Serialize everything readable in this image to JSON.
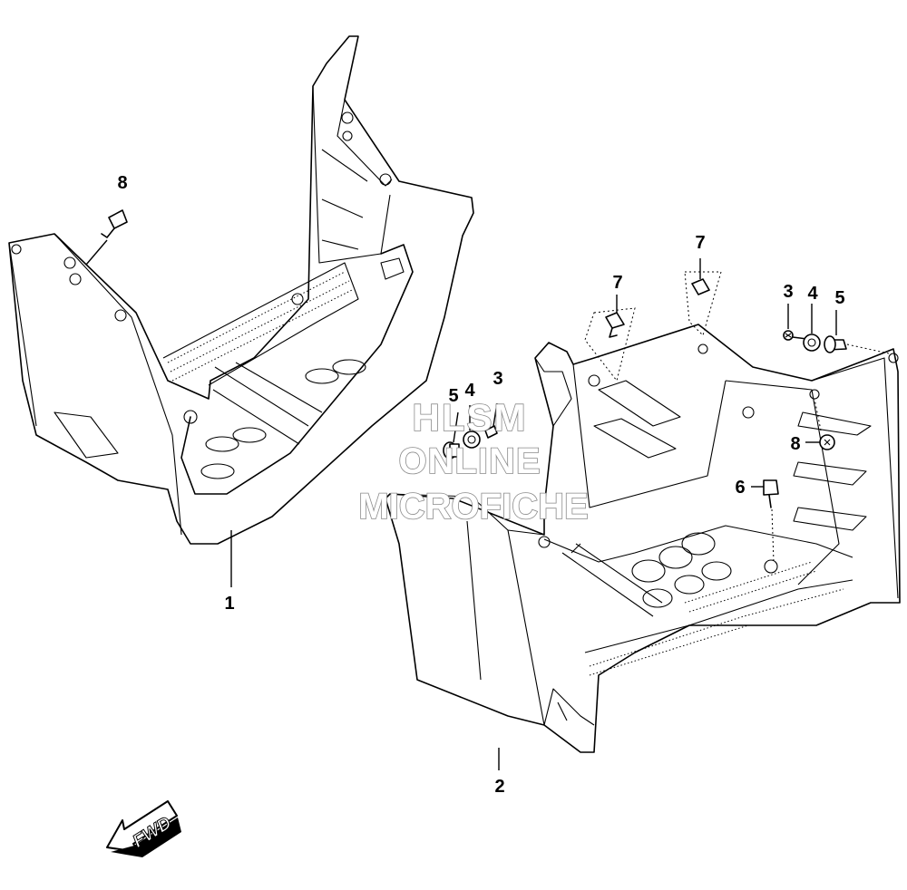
{
  "diagram": {
    "parts": [
      {
        "ref": "left-footrest",
        "label": "1"
      },
      {
        "ref": "right-footrest",
        "label": "2"
      }
    ],
    "callouts": {
      "left_screw": "8",
      "left_fastener_3": "3",
      "left_fastener_4": "4",
      "left_fastener_5": "5",
      "right_clip_a": "7",
      "right_clip_b": "7",
      "right_fastener_3": "3",
      "right_fastener_4": "4",
      "right_fastener_5": "5",
      "right_screw_8": "8",
      "right_bolt_6": "6"
    },
    "fwd_label": "FWD",
    "watermark": {
      "line1": "HLSM",
      "line2": "ONLINE",
      "line3": "MICROFICHE"
    }
  }
}
